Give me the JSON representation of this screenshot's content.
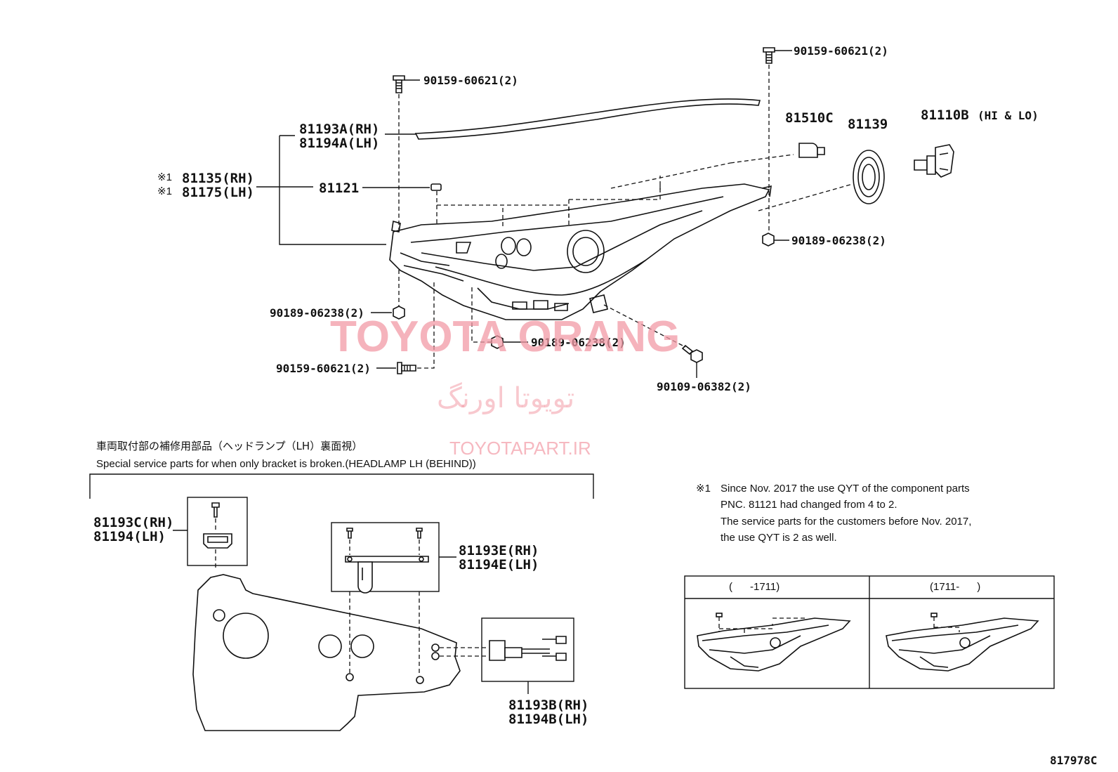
{
  "labels": {
    "bolt_top_left": "90159-60621(2)",
    "bolt_top_right": "90159-60621(2)",
    "bracket_a": "81193A(RH)",
    "bracket_a_lh": "81194A(LH)",
    "assy_rh_mark": "※1",
    "assy_rh": "81135(RH)",
    "assy_lh_mark": "※1",
    "assy_lh": "81175(LH)",
    "part_81121": "81121",
    "bulb_81510c": "81510C",
    "cover_81139": "81139",
    "bulb_81110b": "81110B",
    "bulb_81110b_note": "(HI & LO)",
    "nut_right": "90189-06238(2)",
    "nut_left": "90189-06238(2)",
    "nut_bottom": "90189-06238(2)",
    "bolt_bottom_left": "90159-60621(2)",
    "screw_bottom_right": "90109-06382(2)",
    "bracket_c_rh": "81193C(RH)",
    "bracket_c_lh": "81194(LH)",
    "bracket_e_rh": "81193E(RH)",
    "bracket_e_lh": "81194E(LH)",
    "bracket_b_rh": "81193B(RH)",
    "bracket_b_lh": "81194B(LH)",
    "figure_code": "817978C"
  },
  "service_note": {
    "japanese": "車両取付部の補修用部品（ヘッドランプ（LH）裏面視）",
    "english": "Special service parts for when only bracket is broken.(HEADLAMP LH (BEHIND))"
  },
  "footnote": {
    "mark": "※1",
    "lines": [
      "Since Nov. 2017 the use QYT of the component parts",
      "PNC. 81121 had changed from 4 to 2.",
      "The service parts for the customers before Nov. 2017,",
      "the use QYT is 2 as well."
    ]
  },
  "comparison_table": {
    "col1_header": "(      -1711)",
    "col2_header": "(1711-      )"
  },
  "watermark": {
    "brand": "TOYOTA ORANG",
    "persian": "تویوتا اورنگ",
    "site": "TOYOTAPART.IR"
  }
}
